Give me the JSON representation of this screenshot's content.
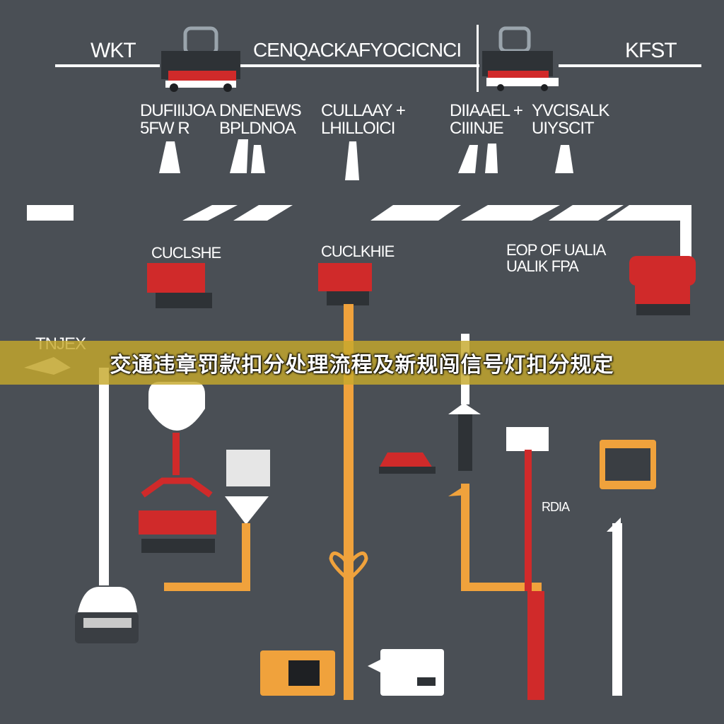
{
  "banner": {
    "title": "交通违章罚款扣分处理流程及新规闯信号灯扣分规定"
  },
  "header": {
    "left": "WKT",
    "center": "CENQACKAFYOCICNCI",
    "right": "KFST"
  },
  "row1_labels": [
    "DUFIIIJOA\n5FW R",
    "DNENEWS\nBPLDNOA",
    "CULLAAY +\nLHILLOICI",
    "DIIAAEL +\nCIIINJE",
    "YVCISALK\nUIYSCIT"
  ],
  "row2_labels": [
    "CUCLSHE",
    "CUCLKHIE",
    "EOP OF UALIA\nUALIK FPA"
  ],
  "side_label": "TNJEX",
  "small_label": "RDIA",
  "colors": {
    "background": "#4a4f55",
    "white": "#ffffff",
    "red": "#d02a2a",
    "orange": "#f0a23c",
    "banner": "#c6a82c"
  }
}
